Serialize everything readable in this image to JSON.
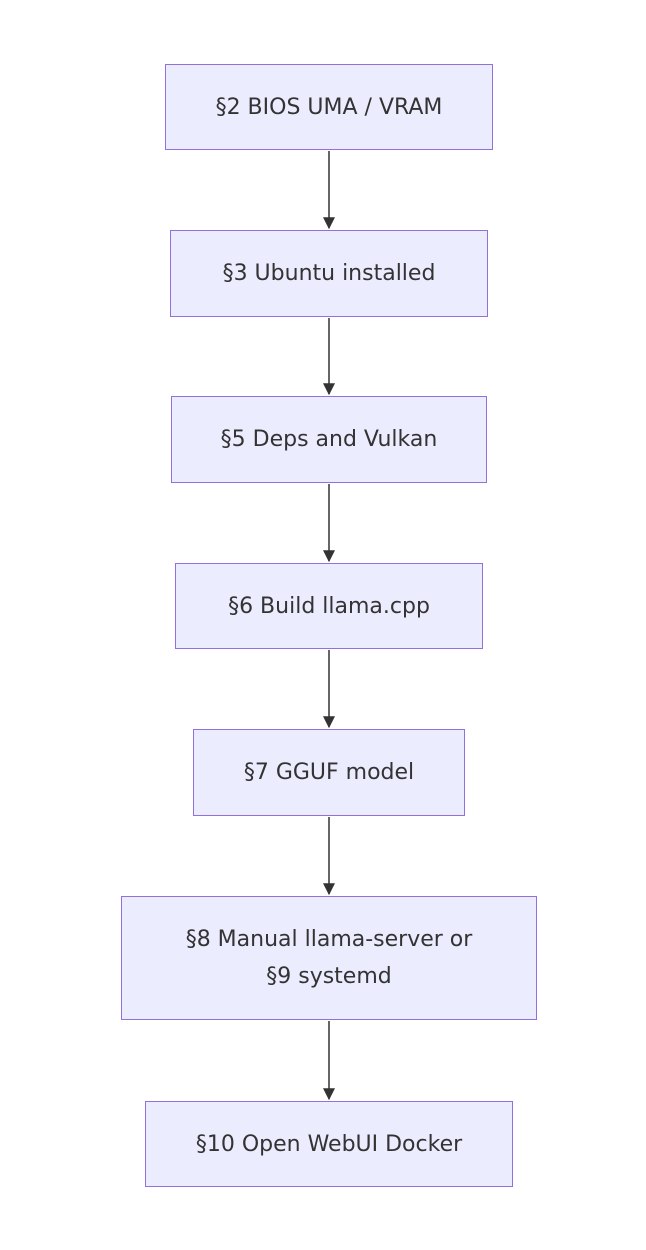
{
  "nodes": [
    {
      "id": "n1",
      "label": "§2 BIOS UMA / VRAM"
    },
    {
      "id": "n2",
      "label": "§3 Ubuntu installed"
    },
    {
      "id": "n3",
      "label": "§5 Deps and Vulkan"
    },
    {
      "id": "n4",
      "label": "§6 Build llama.cpp"
    },
    {
      "id": "n5",
      "label": "§7 GGUF model"
    },
    {
      "id": "n6",
      "label_lines": [
        "§8 Manual llama-server or",
        "§9 systemd"
      ]
    },
    {
      "id": "n7",
      "label": "§10 Open WebUI Docker"
    }
  ],
  "edges": [
    {
      "from": "n1",
      "to": "n2"
    },
    {
      "from": "n2",
      "to": "n3"
    },
    {
      "from": "n3",
      "to": "n4"
    },
    {
      "from": "n4",
      "to": "n5"
    },
    {
      "from": "n5",
      "to": "n6"
    },
    {
      "from": "n6",
      "to": "n7"
    }
  ],
  "colors": {
    "node_fill": "#ECECFF",
    "node_stroke": "#9370DB",
    "edge": "#333333",
    "text": "#333333"
  }
}
